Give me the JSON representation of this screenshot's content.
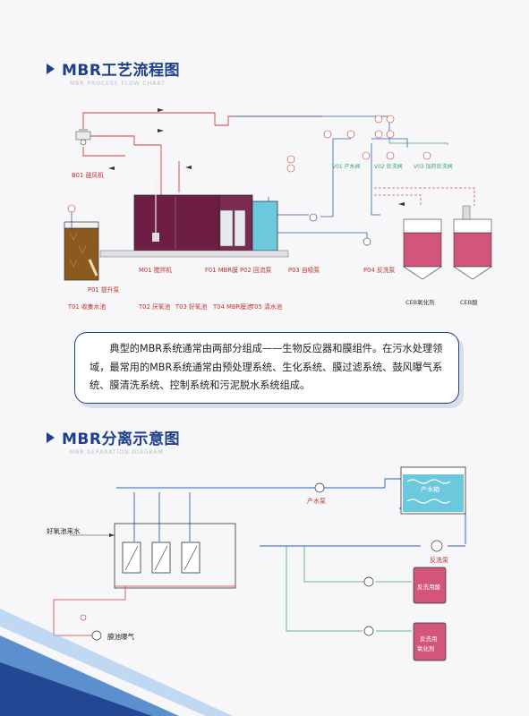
{
  "section1": {
    "title": "MBR工艺流程图",
    "subtitle": "MBR PROCESS FLOW CHART",
    "labels": {
      "b01": "B01 鼓风机",
      "p01": "P01 提升泵",
      "t01": "T01 收集水池",
      "m01": "M01 搅拌机",
      "f01": "F01 MBR膜",
      "p02": "P02 回流泵",
      "p03": "P03 自吸泵",
      "p04": "P04 反洗泵",
      "t02": "T02 厌氧池",
      "t03": "T03 好氧池",
      "t04": "T04 MBR膜池",
      "t05": "T05 清水池",
      "v01": "V01 产水阀",
      "v02": "V02 反洗阀",
      "v03": "V03 加药反洗阀",
      "ceb1": "CEB氧化剂",
      "ceb2": "CEB酸"
    }
  },
  "description": "典型的MBR系统通常由两部分组成——生物反应器和膜组件。在污水处理领域，最常用的MBR系统通常由预处理系统、生化系统、膜过滤系统、鼓风曝气系统、膜清洗系统、控制系统和污泥脱水系统组成。",
  "section2": {
    "title": "MBR分离示意图",
    "subtitle": "MBR SEPARATION DIAGRAM",
    "labels": {
      "inflow": "好氧池来水",
      "product_pump": "产水泵",
      "product_tank": "产水箱",
      "backwash_pump": "反洗泵",
      "acid_tank": "反洗用酸",
      "oxidant_tank_1": "反洗用",
      "oxidant_tank_2": "氧化剂",
      "aeration": "膜池曝气"
    }
  },
  "colors": {
    "title_blue": "#1d3f8c",
    "pipe_red": "#d23c3c",
    "pipe_blue": "#2f5fb3",
    "pipe_green": "#3aa66a",
    "tank_purple": "#6e1e45",
    "tank_brown": "#8a5a1e",
    "tank_cyan": "#6cc9dd",
    "tank_pink": "#d4557a"
  }
}
